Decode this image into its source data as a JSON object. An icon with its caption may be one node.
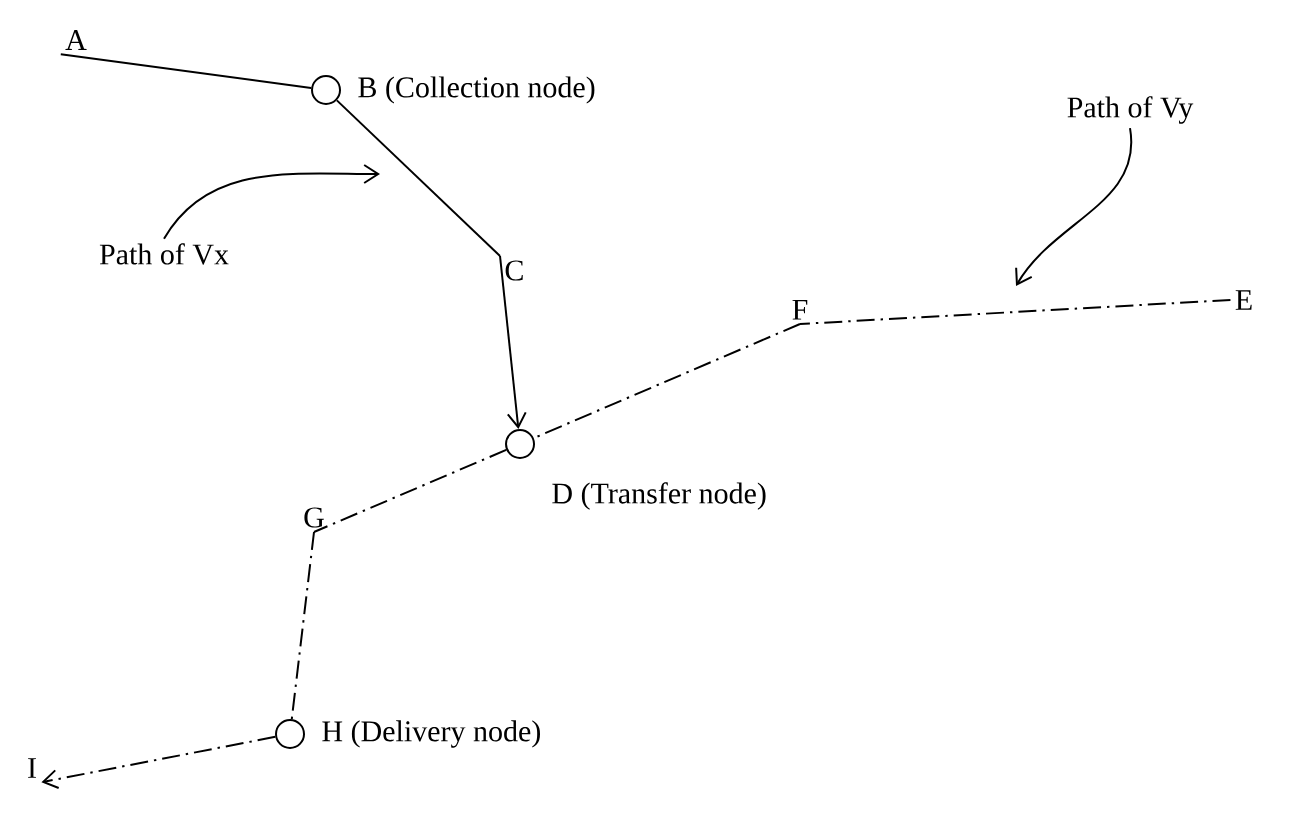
{
  "diagram": {
    "nodes": [
      {
        "text": [
          "A"
        ]
      },
      {
        "text": [],
        "shape": "circle",
        "beside": [
          "B (Collection node)"
        ]
      },
      {
        "text": [
          "C"
        ]
      },
      {
        "text": [],
        "shape": "circle",
        "beside": [
          "D (Transfer node)"
        ]
      },
      {
        "text": [
          "E"
        ]
      },
      {
        "text": [
          "F"
        ]
      },
      {
        "text": [
          "G"
        ]
      },
      {
        "text": [],
        "shape": "circle",
        "beside": [
          "H (Delivery node)"
        ]
      },
      {
        "text": [
          "I"
        ]
      },
      {
        "text": [
          "Path of Vx"
        ]
      },
      {
        "text": [
          "Path of Vy"
        ]
      }
    ],
    "edges": [
      {
        "from": 0,
        "to": 1,
        "arrow": "none"
      },
      {
        "from": 1,
        "to": 2,
        "arrow": "none"
      },
      {
        "from": 2,
        "to": 3,
        "arrow": "to"
      },
      {
        "from": 4,
        "to": 5,
        "arrow": "none",
        "style": "dashed"
      },
      {
        "from": 5,
        "to": 3,
        "arrow": "none",
        "style": "dashed"
      },
      {
        "from": 3,
        "to": 6,
        "arrow": "none",
        "style": "dashed"
      },
      {
        "from": 6,
        "to": 7,
        "arrow": "none",
        "style": "dashed"
      },
      {
        "from": 7,
        "to": 8,
        "arrow": "to",
        "style": "dashed"
      },
      {
        "from": 9,
        "to": null,
        "arrow": "to"
      },
      {
        "from": 10,
        "to": null,
        "arrow": "to"
      }
    ]
  }
}
